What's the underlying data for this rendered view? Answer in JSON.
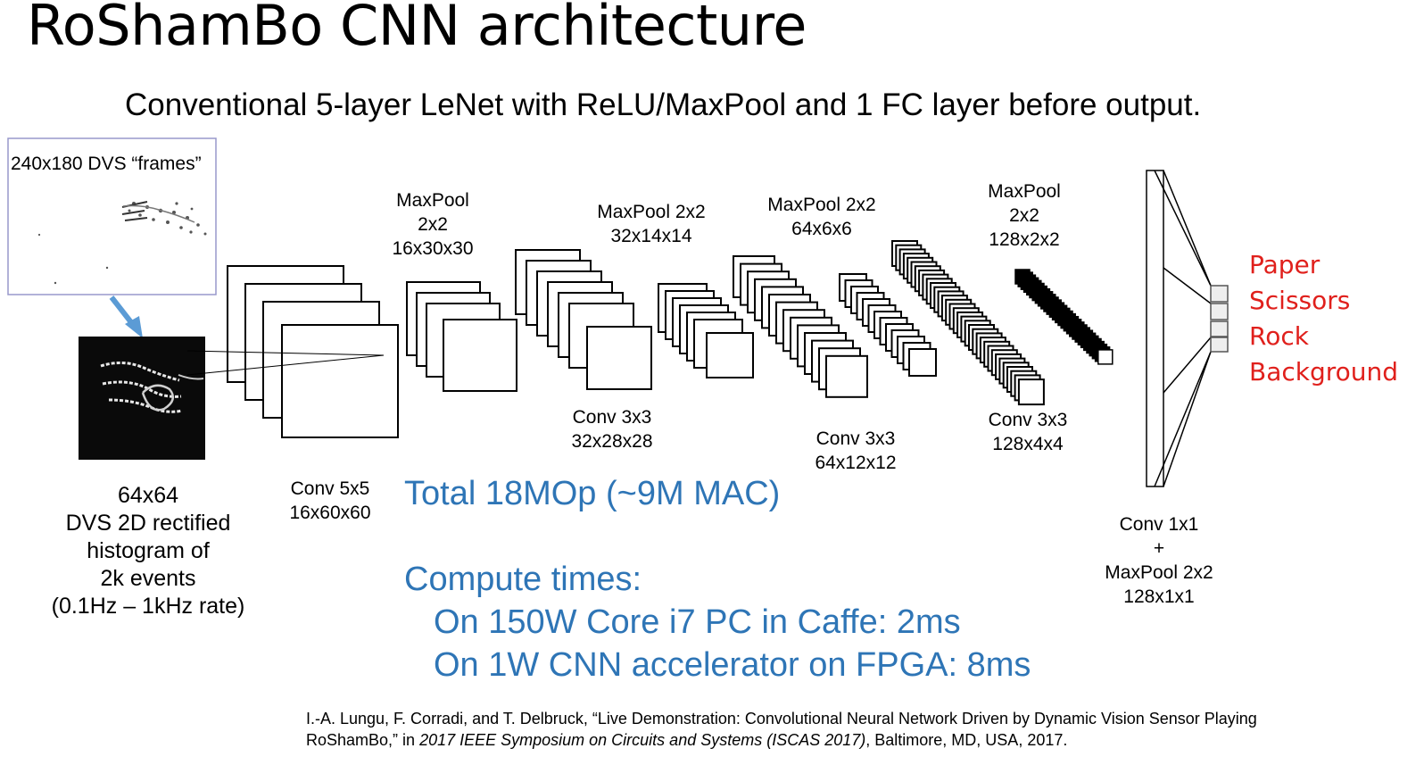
{
  "slide": {
    "title": "RoShamBo CNN architecture",
    "subtitle": "Conventional 5-layer LeNet with ReLU/MaxPool and 1 FC layer before output."
  },
  "input": {
    "frame_label": "240x180 DVS “frames”",
    "histogram_label": [
      "64x64",
      "DVS 2D rectified",
      "histogram of",
      "2k events",
      "(0.1Hz – 1kHz rate)"
    ],
    "arrow_color": "#5b9bd5"
  },
  "layers": [
    {
      "id": "conv1",
      "label": [
        "Conv 5x5",
        "16x60x60"
      ]
    },
    {
      "id": "pool1",
      "label": [
        "MaxPool",
        "2x2",
        "16x30x30"
      ]
    },
    {
      "id": "conv2",
      "label": [
        "Conv 3x3",
        "32x28x28"
      ]
    },
    {
      "id": "pool2",
      "label": [
        "MaxPool 2x2",
        "32x14x14"
      ]
    },
    {
      "id": "conv3",
      "label": [
        "Conv 3x3",
        "64x12x12"
      ]
    },
    {
      "id": "pool3",
      "label": [
        "MaxPool 2x2",
        "64x6x6"
      ]
    },
    {
      "id": "conv4",
      "label": [
        "Conv 3x3",
        "128x4x4"
      ]
    },
    {
      "id": "pool4",
      "label": [
        "MaxPool",
        "2x2",
        "128x2x2"
      ]
    },
    {
      "id": "fc",
      "label": [
        "Conv 1x1",
        "+",
        "MaxPool 2x2",
        "128x1x1"
      ]
    }
  ],
  "outputs": [
    "Paper",
    "Scissors",
    "Rock",
    "Background"
  ],
  "stats": {
    "total": "Total 18MOp (~9M MAC)",
    "compute_heading": "Compute times:",
    "compute_lines": [
      "On 150W Core i7 PC in Caffe: 2ms",
      "On 1W CNN accelerator on FPGA: 8ms"
    ]
  },
  "citation": {
    "line1": "I.-A. Lungu, F. Corradi, and T. Delbruck, “Live Demonstration: Convolutional Neural Network Driven by Dynamic Vision Sensor Playing",
    "line2_a": "RoShamBo,” in ",
    "line2_b": "2017 IEEE Symposium on Circuits and Systems (ISCAS 2017)",
    "line2_c": ", Baltimore, MD, USA, 2017."
  },
  "colors": {
    "stats_blue": "#2e75b6",
    "output_red": "#e0201c",
    "frame_border": "#9999cc"
  }
}
